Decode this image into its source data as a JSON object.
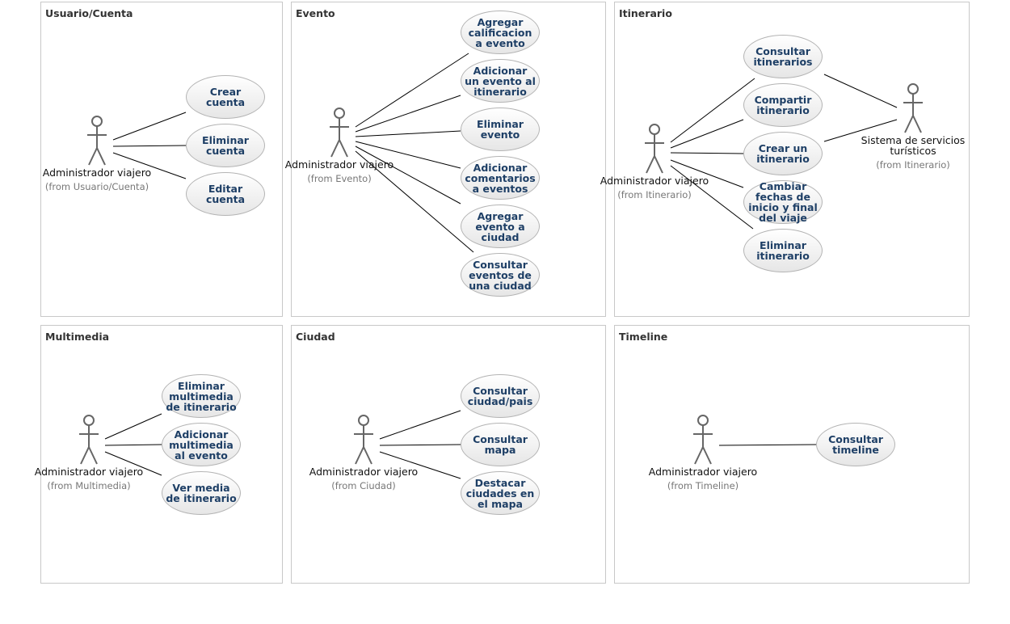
{
  "packages": {
    "usuario": {
      "title": "Usuario/Cuenta",
      "actor_name": "Administrador viajero",
      "actor_from": "(from Usuario/Cuenta)",
      "usecases": [
        "Crear cuenta",
        "Eliminar cuenta",
        "Editar cuenta"
      ]
    },
    "evento": {
      "title": "Evento",
      "actor_name": "Administrador viajero",
      "actor_from": "(from Evento)",
      "usecases": [
        "Agregar calificacion a evento",
        "Adicionar un evento al itinerario",
        "Eliminar evento",
        "Adicionar comentarios a eventos",
        "Agregar evento a ciudad",
        "Consultar eventos de una ciudad"
      ]
    },
    "itinerario": {
      "title": "Itinerario",
      "actor_name": "Administrador viajero",
      "actor_from": "(from Itinerario)",
      "actor2_name": "Sistema de servicios turísticos",
      "actor2_from": "(from Itinerario)",
      "usecases": [
        "Consultar itinerarios",
        "Compartir itinerario",
        "Crear un itinerario",
        "Cambiar fechas de inicio y final del viaje",
        "Eliminar itinerario"
      ]
    },
    "multimedia": {
      "title": "Multimedia",
      "actor_name": "Administrador viajero",
      "actor_from": "(from Multimedia)",
      "usecases": [
        "Eliminar multimedia de itinerario",
        "Adicionar multimedia al evento",
        "Ver media de itinerario"
      ]
    },
    "ciudad": {
      "title": "Ciudad",
      "actor_name": "Administrador viajero",
      "actor_from": "(from Ciudad)",
      "usecases": [
        "Consultar ciudad/pais",
        "Consultar mapa",
        "Destacar ciudades en el mapa"
      ]
    },
    "timeline": {
      "title": "Timeline",
      "actor_name": "Administrador viajero",
      "actor_from": "(from Timeline)",
      "usecases": [
        "Consultar timeline"
      ]
    }
  }
}
